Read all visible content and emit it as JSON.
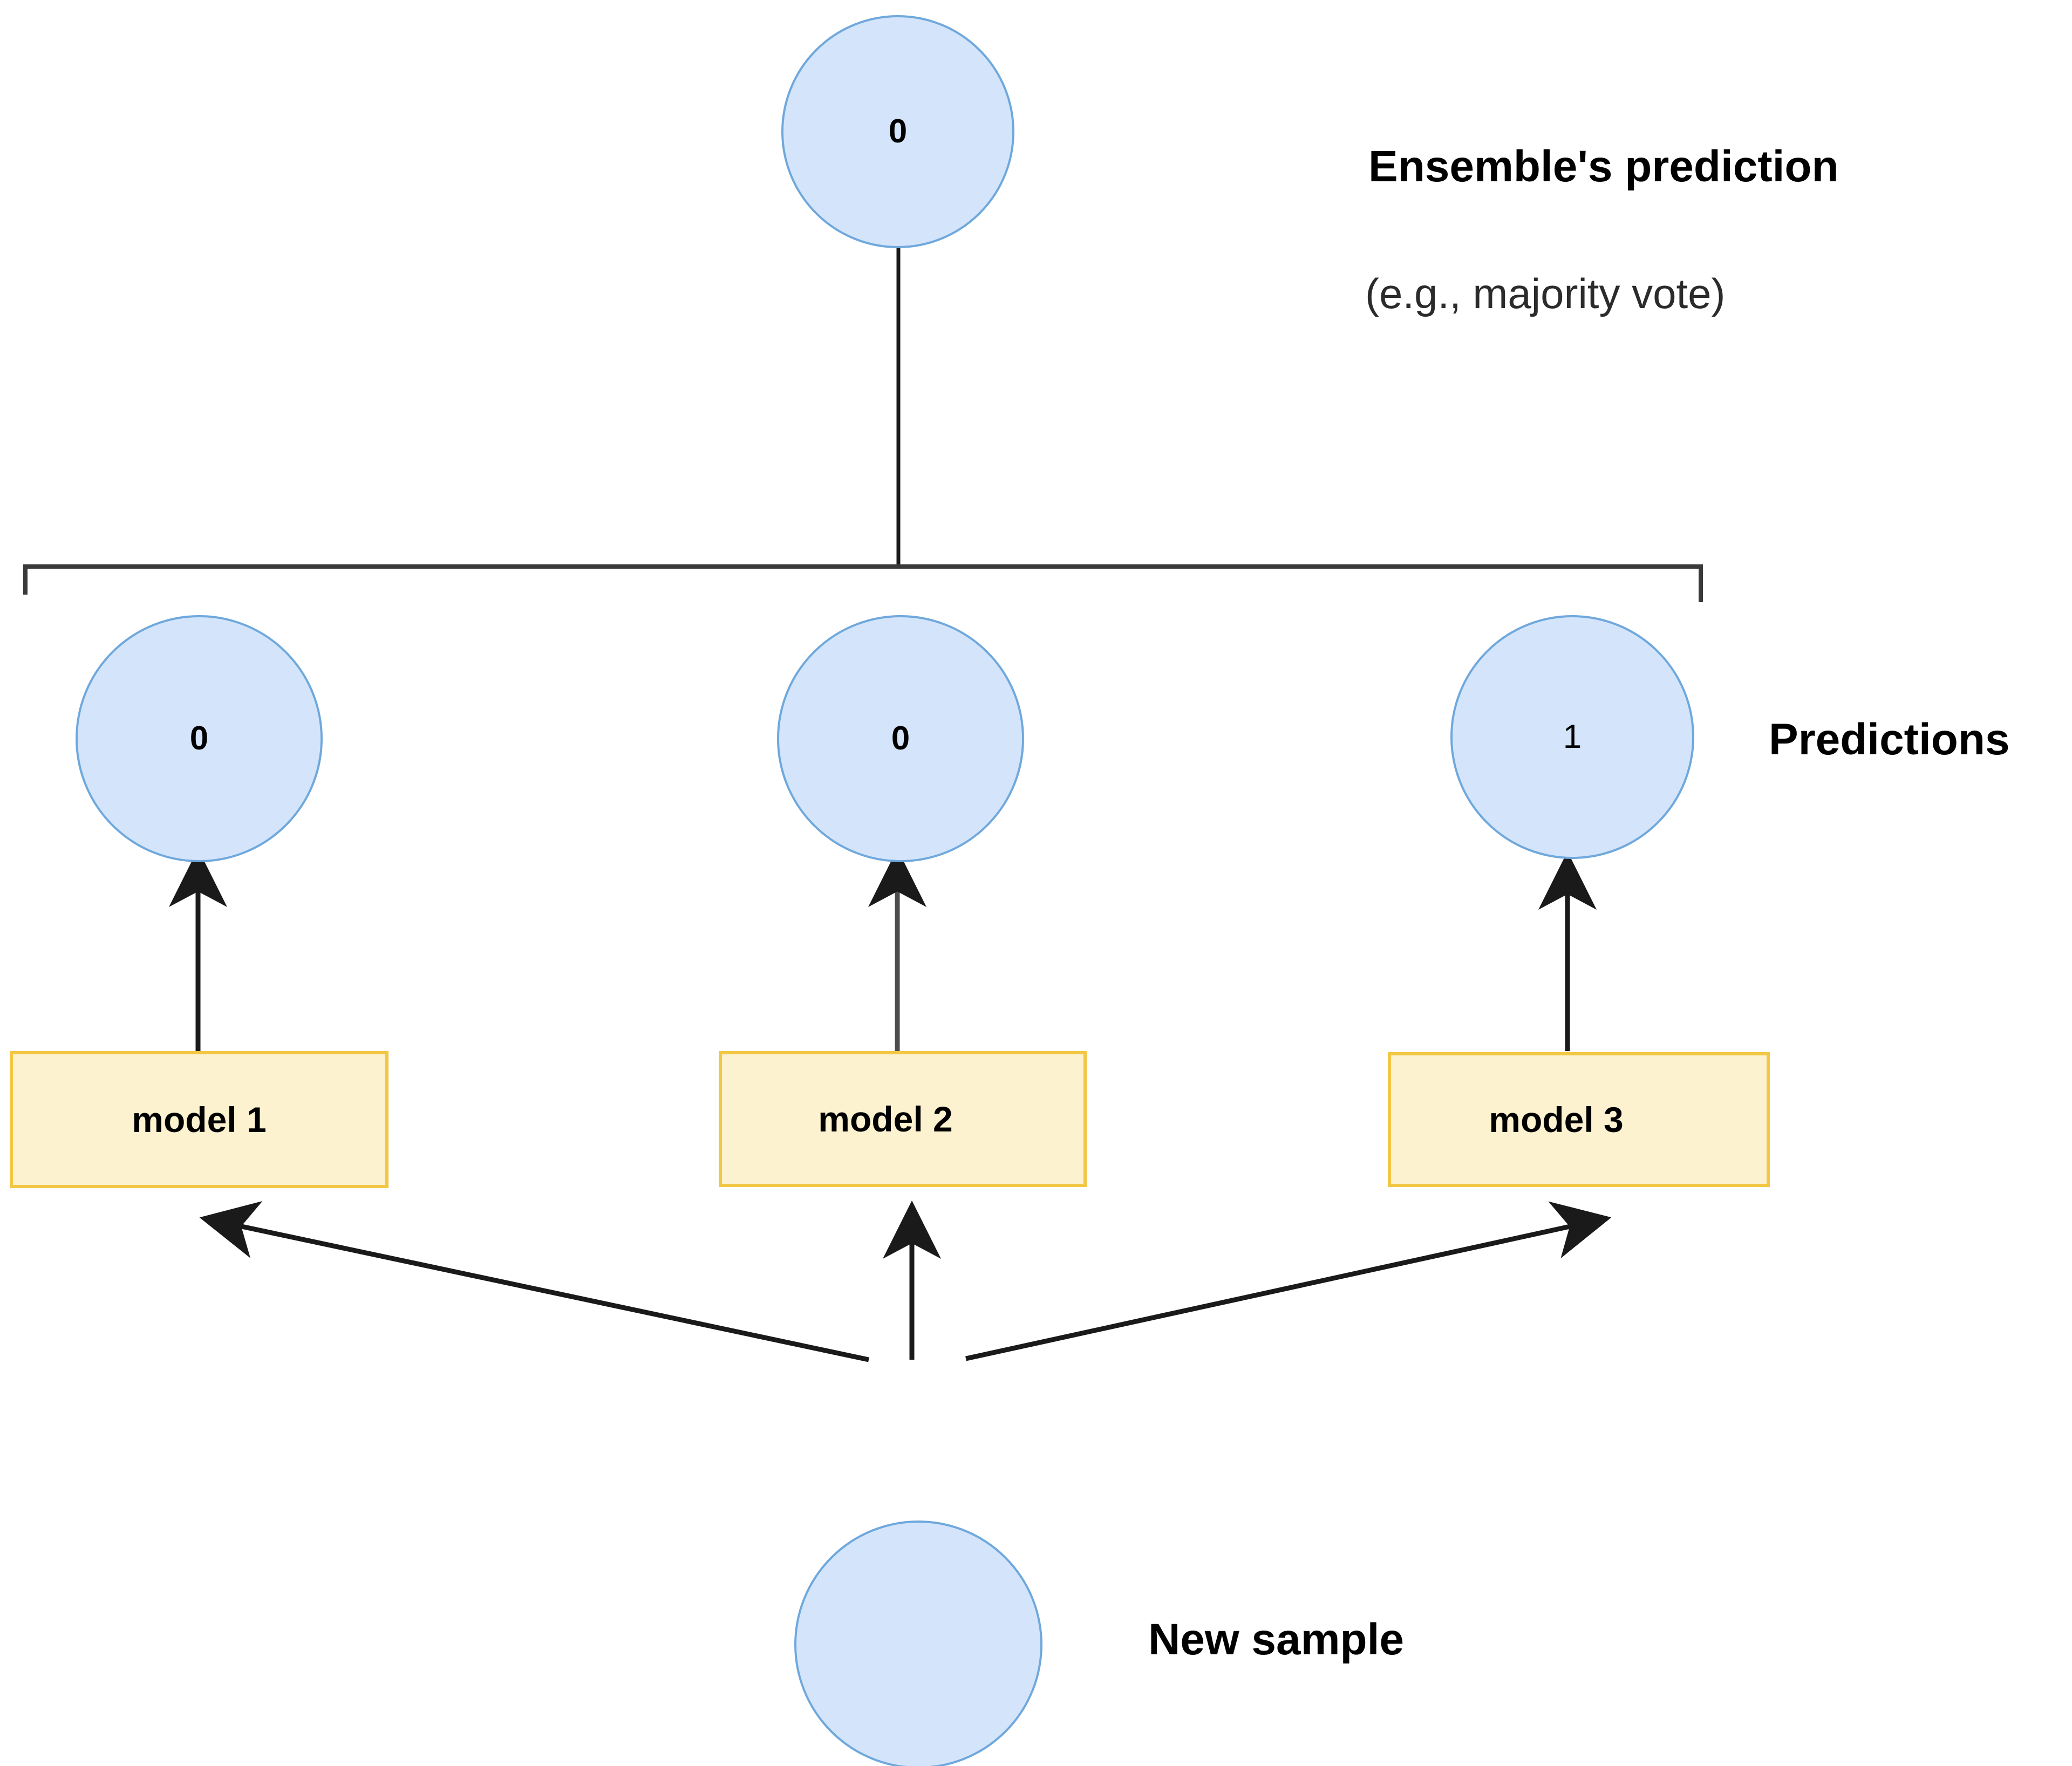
{
  "diagram": {
    "title_note": "Ensemble learning majority-vote diagram",
    "colors": {
      "circle_fill": "#d4e5fb",
      "circle_stroke": "#6fa8dc",
      "box_fill": "#fdf2cf",
      "box_stroke": "#f2c744",
      "edge_stroke": "#262626",
      "background": "#ffffff",
      "text": "#000000",
      "muted_text": "#2b2b2b"
    },
    "ensemble": {
      "prediction_value": "0",
      "label": "Ensemble's prediction",
      "sublabel": "(e.g., majority vote)"
    },
    "predictions": {
      "label": "Predictions",
      "nodes": [
        {
          "name": "prediction-1",
          "value": "0"
        },
        {
          "name": "prediction-2",
          "value": "0"
        },
        {
          "name": "prediction-3",
          "value": "1"
        }
      ]
    },
    "models": [
      {
        "name": "model-1",
        "label": "model 1"
      },
      {
        "name": "model-2",
        "label": "model 2"
      },
      {
        "name": "model-3",
        "label": "model 3"
      }
    ],
    "sample": {
      "label": "New sample"
    }
  }
}
